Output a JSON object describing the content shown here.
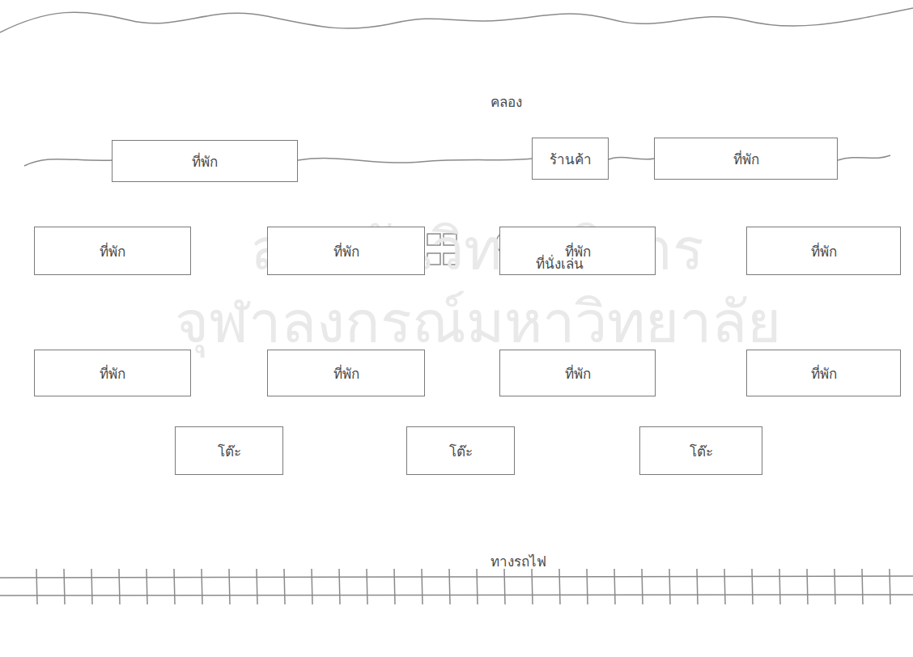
{
  "diagram": {
    "nodes": [
      {
        "text": [
          "ที่พัก"
        ]
      },
      {
        "text": [
          "ร้านค้า"
        ]
      },
      {
        "text": [
          "ที่พัก"
        ]
      },
      {
        "text": [
          "ที่พัก"
        ]
      },
      {
        "text": [
          "ที่พัก"
        ]
      },
      {
        "text": [
          "ที่พัก"
        ]
      },
      {
        "text": [
          "ที่พัก"
        ]
      },
      {
        "text": [
          "ที่พัก"
        ]
      },
      {
        "text": [
          "ที่พัก"
        ]
      },
      {
        "text": [
          "ที่พัก"
        ]
      },
      {
        "text": [
          "ที่พัก"
        ]
      },
      {
        "text": [
          "โต๊ะ"
        ]
      },
      {
        "text": [
          "โต๊ะ"
        ]
      },
      {
        "text": [
          "โต๊ะ"
        ]
      }
    ],
    "labels": [
      "คลอง",
      "สถาบันวิทยบริการ",
      "จุฬาลงกรณ์มหาวิทยาลัย",
      "ที่นั่งเล่น",
      "ทางรถไฟ"
    ]
  }
}
